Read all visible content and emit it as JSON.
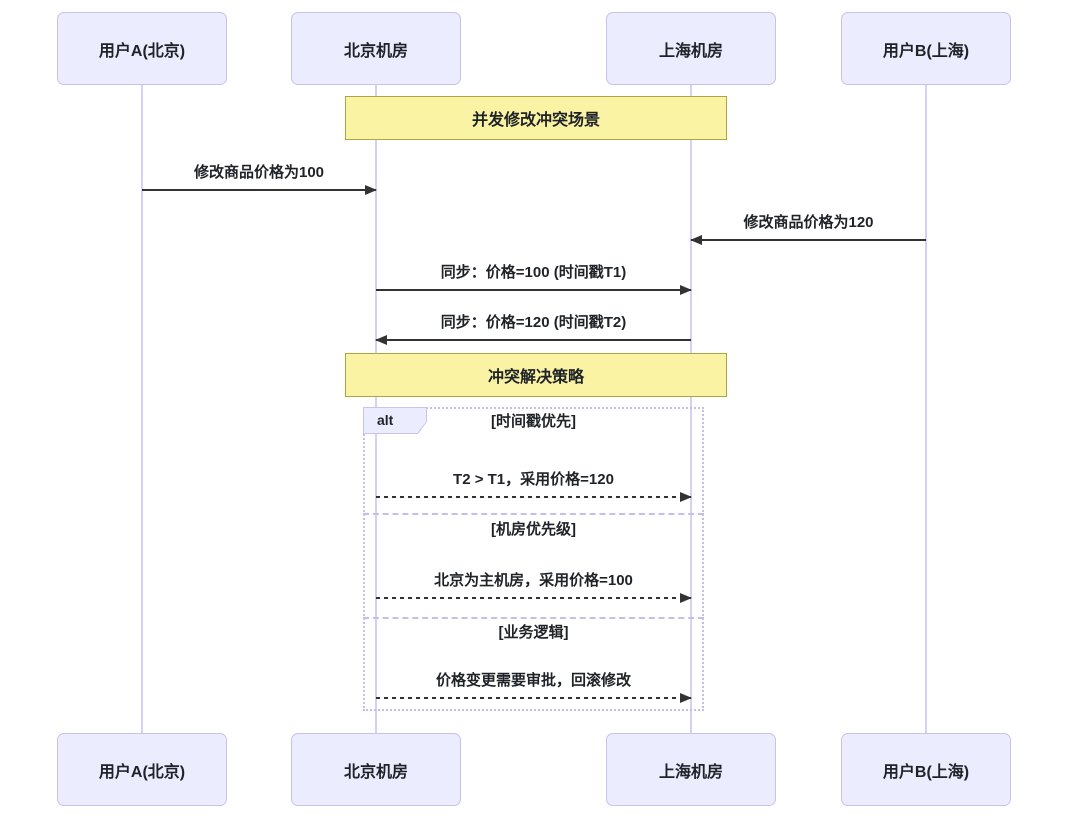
{
  "diagram": {
    "type": "sequence-diagram",
    "participants": [
      {
        "id": "user-a",
        "label": "用户A(北京)"
      },
      {
        "id": "beijing-dc",
        "label": "北京机房"
      },
      {
        "id": "shanghai-dc",
        "label": "上海机房"
      },
      {
        "id": "user-b",
        "label": "用户B(上海)"
      }
    ],
    "notes": [
      {
        "text": "并发修改冲突场景",
        "over": "北京机房, 上海机房"
      },
      {
        "text": "冲突解决策略",
        "over": "北京机房, 上海机房"
      }
    ],
    "messages": [
      {
        "from": "用户A(北京)",
        "to": "北京机房",
        "text": "修改商品价格为100",
        "line": "solid",
        "direction": "right"
      },
      {
        "from": "用户B(上海)",
        "to": "上海机房",
        "text": "修改商品价格为120",
        "line": "solid",
        "direction": "left"
      },
      {
        "from": "北京机房",
        "to": "上海机房",
        "text": "同步：价格=100 (时间戳T1)",
        "line": "solid",
        "direction": "right"
      },
      {
        "from": "上海机房",
        "to": "北京机房",
        "text": "同步：价格=120 (时间戳T2)",
        "line": "solid",
        "direction": "left"
      }
    ],
    "alt": {
      "label": "alt",
      "branches": [
        {
          "condition": "[时间戳优先]",
          "message": {
            "from": "北京机房",
            "to": "上海机房",
            "text": "T2 > T1，采用价格=120",
            "line": "dashed",
            "direction": "right"
          }
        },
        {
          "condition": "[机房优先级]",
          "message": {
            "from": "北京机房",
            "to": "上海机房",
            "text": "北京为主机房，采用价格=100",
            "line": "dashed",
            "direction": "right"
          }
        },
        {
          "condition": "[业务逻辑]",
          "message": {
            "from": "北京机房",
            "to": "上海机房",
            "text": "价格变更需要审批，回滚修改",
            "line": "dashed",
            "direction": "right"
          }
        }
      ]
    },
    "colors": {
      "actor_fill": "#ECECFF",
      "actor_border": "#C6C2EE",
      "lifeline": "#D5D1F2",
      "note_fill": "#FAF3A3",
      "note_border": "#A8A843",
      "frame_border": "#C3BEEC",
      "arrow": "#333333",
      "text": "#1F2328"
    }
  }
}
